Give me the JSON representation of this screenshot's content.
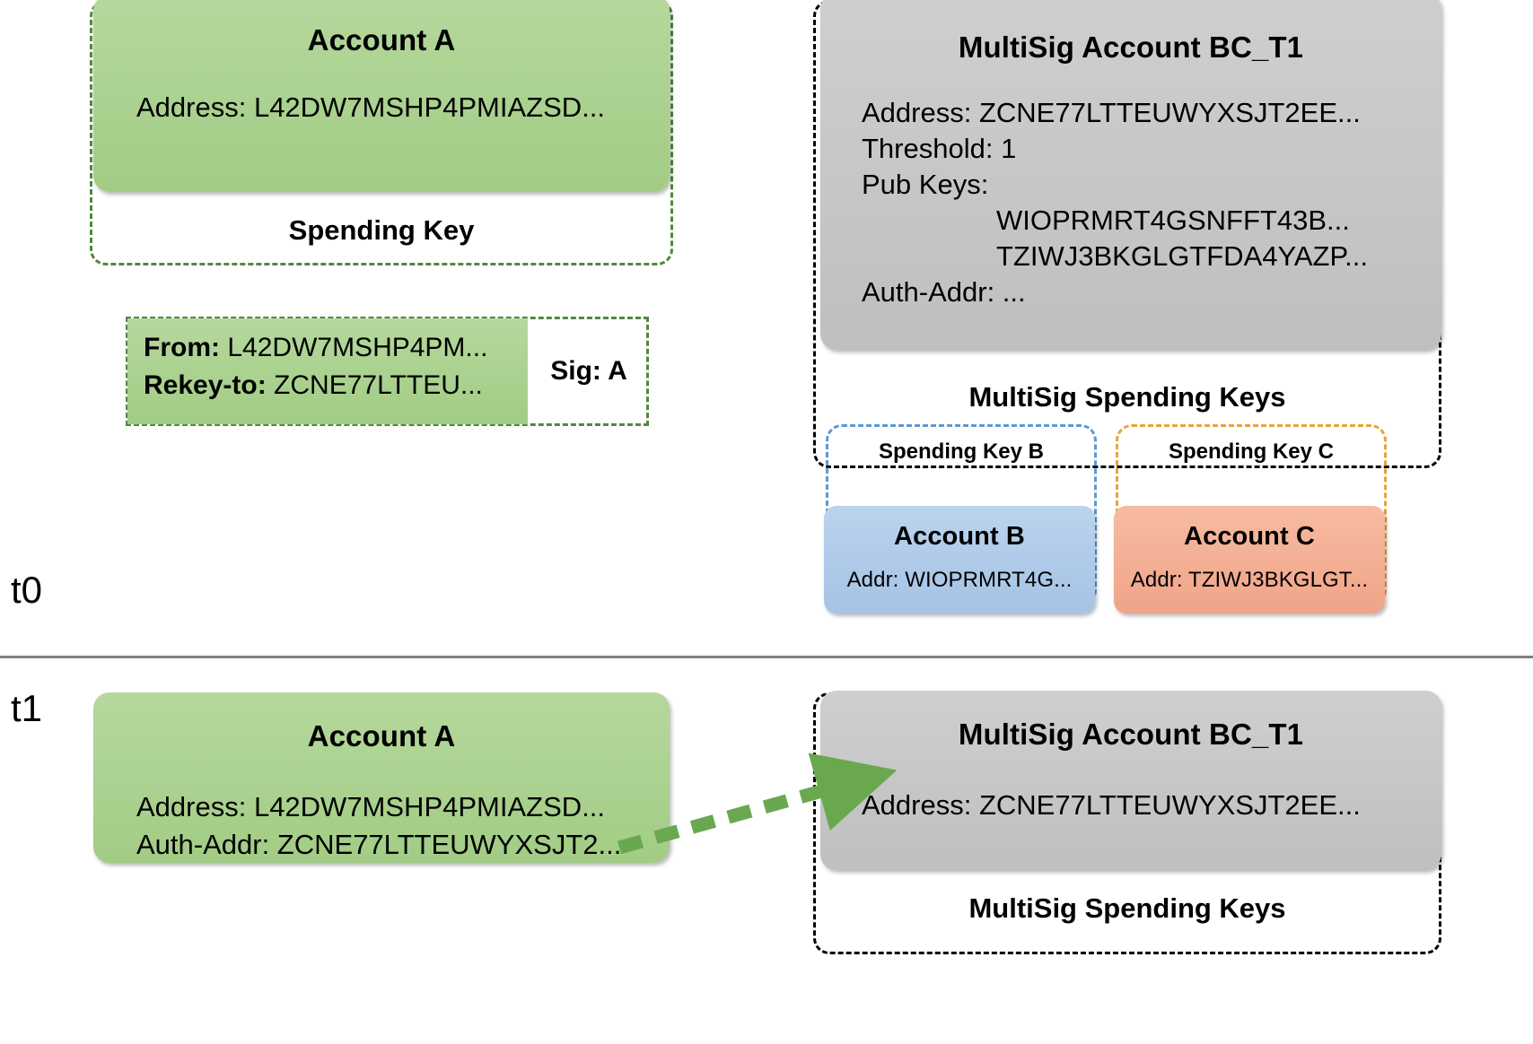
{
  "diagram": {
    "title": "Algorand rekey to MultiSig account timeline",
    "timeline": [
      {
        "id": "t0",
        "label": "t0"
      },
      {
        "id": "t1",
        "label": "t1"
      }
    ],
    "colors": {
      "account_a_fill": "#A9D18E",
      "multisig_fill": "#C4C4C4",
      "account_b_fill": "#AFC9E8",
      "account_c_fill": "#F4AD8E",
      "spending_key_a_border": "#4E8A3C",
      "spending_key_b_border": "#5B9BD5",
      "spending_key_c_border": "#E8A33D",
      "multisig_keys_border": "#000000",
      "arrow": "#6AA84F",
      "divider": "#808080"
    }
  },
  "t0": {
    "account_a": {
      "title": "Account A",
      "address_line": "Address: L42DW7MSHP4PMIAZSD...",
      "spending_key_label": "Spending Key"
    },
    "transaction": {
      "from_label": "From:",
      "from_value": "L42DW7MSHP4PM...",
      "rekey_label": "Rekey-to:",
      "rekey_value": "ZCNE77LTTEU...",
      "sig_label": "Sig: A"
    },
    "multisig": {
      "title": "MultiSig Account BC_T1",
      "address_line": "Address: ZCNE77LTTEUWYXSJT2EE...",
      "threshold_line": "Threshold: 1",
      "pubkeys_label": "Pub Keys:",
      "pubkeys": [
        "WIOPRMRT4GSNFFT43B...",
        "TZIWJ3BKGLGTFDA4YAZP..."
      ],
      "auth_addr_line": "Auth-Addr: ...",
      "spending_keys_label": "MultiSig Spending Keys",
      "spending_key_b_label": "Spending Key B",
      "spending_key_c_label": "Spending Key C",
      "account_b": {
        "title": "Account B",
        "address_line": "Addr: WIOPRMRT4G..."
      },
      "account_c": {
        "title": "Account C",
        "address_line": "Addr: TZIWJ3BKGLGT..."
      }
    }
  },
  "t1": {
    "account_a": {
      "title": "Account A",
      "address_line": "Address: L42DW7MSHP4PMIAZSD...",
      "auth_addr_line": "Auth-Addr: ZCNE77LTTEUWYXSJT2..."
    },
    "multisig": {
      "title": "MultiSig Account BC_T1",
      "address_line": "Address: ZCNE77LTTEUWYXSJT2EE...",
      "spending_keys_label": "MultiSig Spending Keys"
    },
    "arrow_name": "rekey-arrow"
  }
}
